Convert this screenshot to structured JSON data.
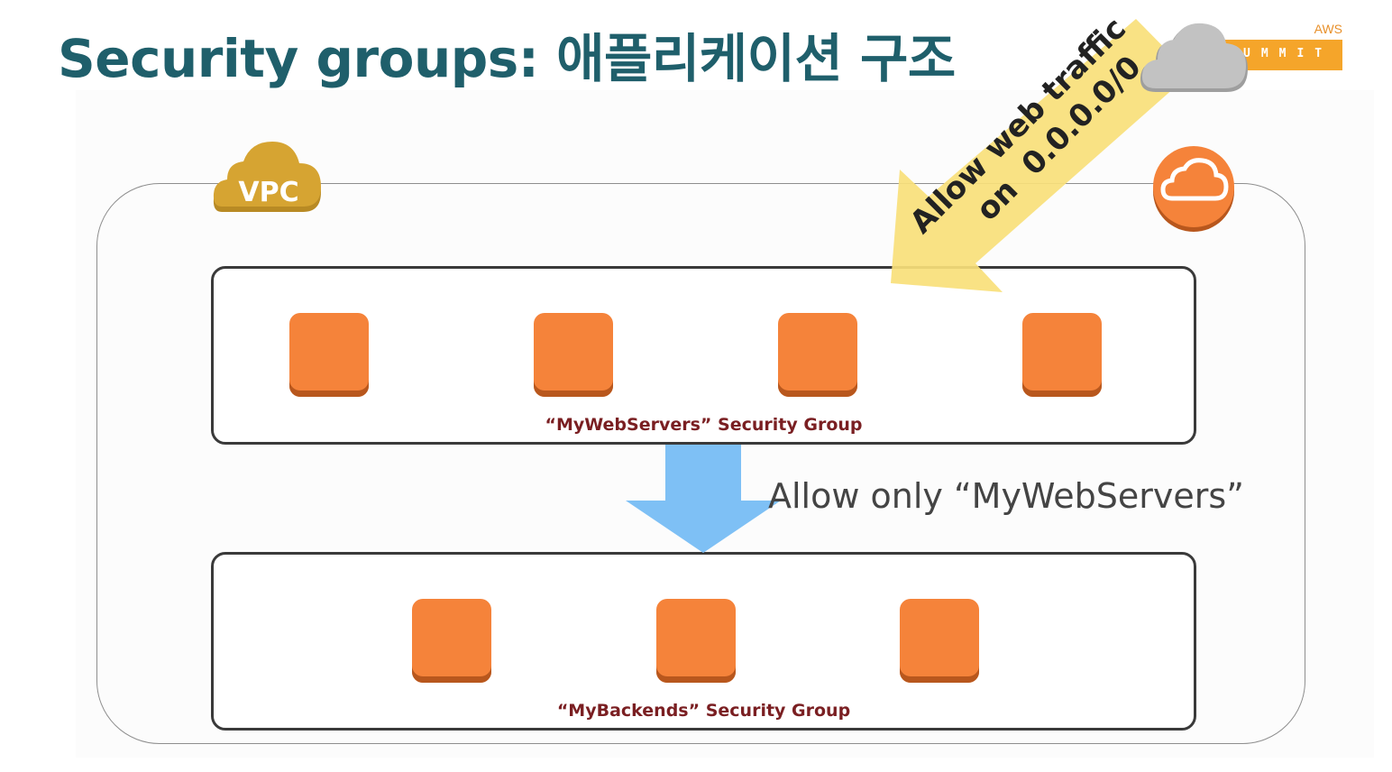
{
  "slide": {
    "title": "Security groups: 애플리케이션 구조"
  },
  "logo": {
    "aws_label": "AWS",
    "summit_label": "UMMIT"
  },
  "vpc": {
    "badge_label": "VPC"
  },
  "web_traffic_arrow": {
    "line1": "Allow web traffic",
    "line2": "on  0.0.0.0/0"
  },
  "web_security_group": {
    "label": "“MyWebServers” Security Group",
    "instance_count": 4
  },
  "backend_security_group": {
    "label": "“MyBackends” Security Group",
    "instance_count": 3
  },
  "flow_arrow": {
    "label": "Allow only “MyWebServers”"
  },
  "colors": {
    "title": "#1f5f6b",
    "instance": "#f5833a",
    "instance_shadow": "#b8571d",
    "sg_label": "#7a1f22",
    "flow_arrow": "#7ec0f5",
    "traffic_arrow": "#f9df7a",
    "vpc_badge": "#d6a432",
    "internet_badge": "#f5833a"
  }
}
